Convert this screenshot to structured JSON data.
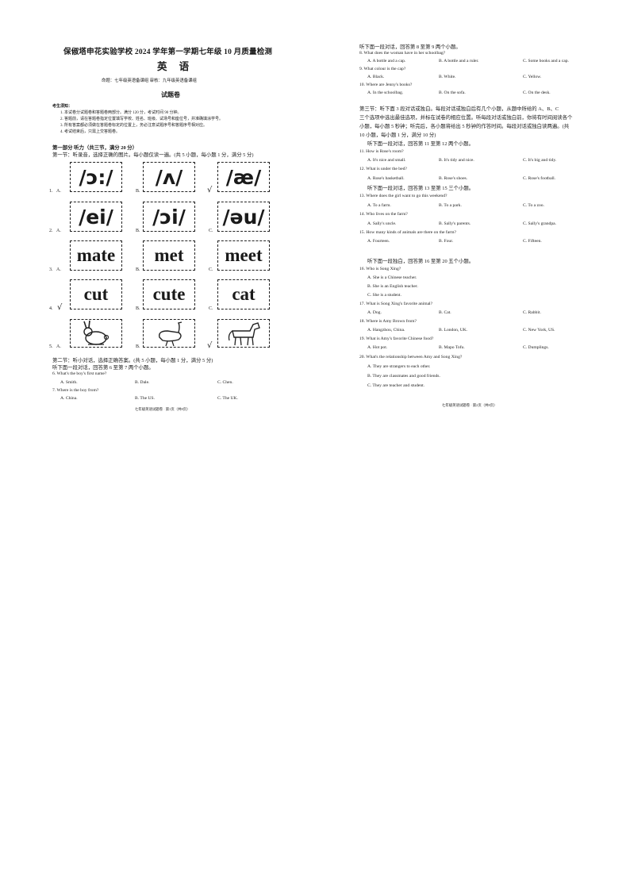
{
  "left": {
    "title": "保俶塔申花实验学校 2024 学年第一学期七年级 10 月质量检测",
    "subject": "英  语",
    "meta": "命题：七年级英语备课组    审核：九年级英语备课组",
    "paper_label": "试题卷",
    "notes_heading": "考生须知：",
    "notes": [
      "1. 本试卷分试题卷和答题卷两部分。满分 120 分，考试时间 90 分钟。",
      "2. 答题前，请在答题卷指定位置填写学校、姓名、班级、试场号和座位号，并准确填涂学号。",
      "3. 所有答案都必须做在答题卷标定的位置上，务必注意试题序号和答题序号相对应。",
      "4. 考试结束后，只需上交答题卷。"
    ],
    "part1": "第一部分  听力（共三节，满分 20 分）",
    "sec1": "第一节：听录音，选择正确的图片。每小题仅读一遍。(共 5 小题，每小题 1 分，满分 5 分)",
    "rows": [
      {
        "num": "1.",
        "items": [
          "/ɔ:/",
          "/ʌ/",
          "/æ/"
        ]
      },
      {
        "num": "2.",
        "items": [
          "/ei/",
          "/ɔi/",
          "/əu/"
        ]
      },
      {
        "num": "3.",
        "items": [
          "mate",
          "met",
          "meet"
        ]
      },
      {
        "num": "4.",
        "items": [
          "cut",
          "cute",
          "cat"
        ]
      },
      {
        "num": "5.",
        "items": [
          "rabbit",
          "goose",
          "horse"
        ]
      }
    ],
    "option_letters": [
      "A.",
      "B.",
      "C."
    ],
    "tick": "√",
    "sec2_line1": "第二节：听小对话，选择正确答案。(共 5 小题，每小题 1 分，满分 5 分)",
    "sec2_line2": "听下面一段对话，回答第 6 至第 7 两个小题。",
    "q6": "6. What's the boy's first name?",
    "q6_opts": [
      "A. Smith.",
      "B. Dale.",
      "C. Chen."
    ],
    "q7": "7. Where is the boy from?",
    "q7_opts": [
      "A. China.",
      "B. The US.",
      "C. The UK."
    ],
    "footer": "七年级英语试题卷 · 第1页（共8页）"
  },
  "right": {
    "intro": "听下面一段对话，回答第 8 至第 9 两个小题。",
    "questions_a": [
      {
        "q": "8. What does the woman have in her schoolbag?",
        "opts": [
          "A. A bottle and a cap.",
          "B. A bottle and a ruler.",
          "C. Some books and a cap."
        ]
      },
      {
        "q": "9. What colour is the cap?",
        "opts": [
          "A. Black.",
          "B. White.",
          "C. Yellow."
        ]
      },
      {
        "q": "10. Where are Jenny's books?",
        "opts": [
          "A. In the schoolbag.",
          "B. On the sofa.",
          "C. On the desk."
        ]
      }
    ],
    "sec3_lines": [
      "第三节：听下面 3 段对话或独白。每段对话或独白后有几个小题，从题中所给的  A、B、C",
      "三个选项中选出最佳选项，并标在试卷的相应位置。听每段对话或独白前，你将有时间阅读各个",
      "小题，每小题 5 秒钟；听完后，各小题将给出 5 秒钟的作答时间。每段对话或独白读两遍。(共",
      "10 小题，每小题 1 分，满分 10 分)"
    ],
    "intro2": "听下面一段对话，回答第 11 至第 12 两个小题。",
    "q11": "11. How is Rose's room?",
    "q11_opts": [
      "A. It's nice and small.",
      "B. It's tidy and nice.",
      "C. It's big and tidy."
    ],
    "q12": "12. What is under the bed?",
    "q12_opts": [
      "A. Rose's basketball.",
      "B. Rose's shoes.",
      "C. Rose's football."
    ],
    "intro3": "听下面一段对话，回答第 13 至第 15 三个小题。",
    "q13": "13. Where does the girl want to go this weekend?",
    "q13_opts": [
      "A. To a farm.",
      "B. To a park.",
      "C. To a zoo."
    ],
    "q14": "14. Who lives on the farm?",
    "q14_opts": [
      "A. Sally's uncle.",
      "B. Sally's parents.",
      "C. Sally's grandpa."
    ],
    "q15": "15. How many kinds of animals are there on the farm?",
    "q15_opts": [
      "A. Fourteen.",
      "B. Four.",
      "C. Fifteen."
    ],
    "intro4": "听下面一段独白，回答第 16 至第 20 五个小题。",
    "q16": "16. Who is Song Xing?",
    "q16_opts": [
      "A. She is a Chinese teacher.",
      "B. She is an English teacher.",
      "C. She is a student."
    ],
    "q17": "17. What is Song Xing's favorite animal?",
    "q17_opts": [
      "A. Dog.",
      "B. Cat.",
      "C. Rabbit."
    ],
    "q18": "18. Where is Amy Brown from?",
    "q18_opts": [
      "A. Hangzhou, China.",
      "B. London, UK.",
      "C. New York, US."
    ],
    "q19": "19. What is Amy's favorite Chinese food?",
    "q19_opts": [
      "A. Hot pot.",
      "B. Mapo Tofu.",
      "C. Dumplings."
    ],
    "q20": "20. What's the relationship between Amy and Song Xing?",
    "q20_opts": [
      "A. They are strangers to each other.",
      "B. They are classmates and good friends.",
      "C. They are teacher and student."
    ],
    "footer": "七年级英语试题卷 · 第2页（共8页）"
  }
}
